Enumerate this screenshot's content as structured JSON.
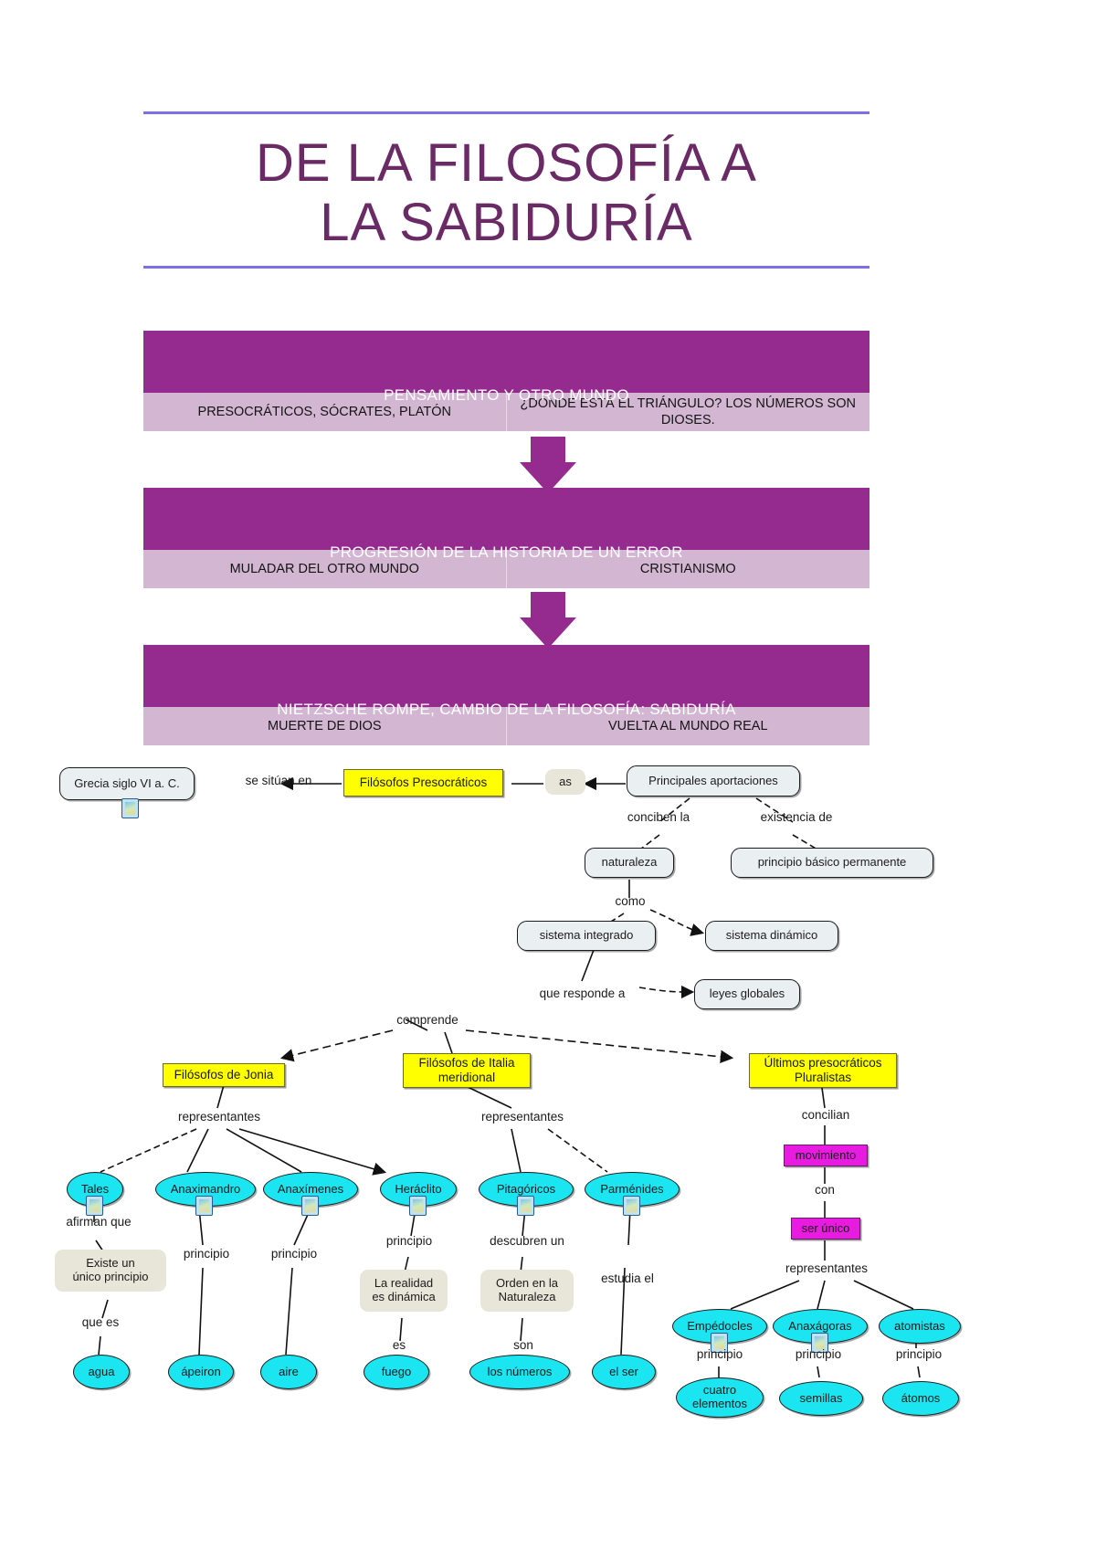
{
  "title": "DE LA FILOSOFÍA A\nLA SABIDURÍA",
  "banners": [
    {
      "heading": "PENSAMIENTO Y OTRO MUNDO",
      "left": "PRESOCRÁTICOS, SÓCRATES, PLATÓN",
      "right": "¿DÓNDE ESTÁ EL TRIÁNGULO? LOS NÚMEROS SON DIOSES."
    },
    {
      "heading": "PROGRESIÓN DE LA HISTORIA DE UN ERROR",
      "left": "MULADAR DEL OTRO MUNDO",
      "right": "CRISTIANISMO"
    },
    {
      "heading": "NIETZSCHE ROMPE, CAMBIO DE LA FILOSOFÍA: SABIDURÍA",
      "left": "MUERTE DE DIOS",
      "right": "VUELTA AL MUNDO REAL"
    }
  ],
  "colors": {
    "title_purple": "#6A2A66",
    "rule_blue": "#7C6FE8",
    "banner_dark": "#962B8F",
    "banner_light": "#D2B6D2",
    "node_yellow": "#FFFF00",
    "node_cyan": "#1BE5F0",
    "node_magenta": "#E81BE0",
    "node_grey": "#EAF0F2",
    "link_label_bg": "#E8E6D8"
  },
  "map": {
    "nodes": {
      "grecia": "Grecia siglo VI a. C.",
      "presocraticos": "Filósofos Presocráticos",
      "as": "as",
      "aportaciones": "Principales aportaciones",
      "naturaleza": "naturaleza",
      "principio_basico": "principio básico permanente",
      "sistema_integrado": "sistema integrado",
      "sistema_dinamico": "sistema dinámico",
      "leyes_globales": "leyes globales",
      "jonia": "Filósofos de Jonia",
      "italia": "Filósofos de Italia\nmeridional",
      "pluralistas": "Últimos presocráticos\nPluralistas",
      "tales": "Tales",
      "anaximandro": "Anaximandro",
      "anaximenes": "Anaxímenes",
      "heraclito": "Heráclito",
      "pitagoricos": "Pitagóricos",
      "parmenides": "Parménides",
      "empedocles": "Empédocles",
      "anaxagoras": "Anaxágoras",
      "atomistas": "atomistas",
      "existe_unico": "Existe un\núnico principio",
      "realidad_dinamica": "La realidad\nes dinámica",
      "orden_naturaleza": "Orden en la\nNaturaleza",
      "movimiento": "movimiento",
      "ser_unico": "ser único",
      "agua": "agua",
      "apeiron": "ápeiron",
      "aire": "aire",
      "fuego": "fuego",
      "los_numeros": "los números",
      "el_ser": "el ser",
      "cuatro_elementos": "cuatro\nelementos",
      "semillas": "semillas",
      "atomos": "átomos"
    },
    "link_labels": {
      "se_situan_en": "se sitúan en",
      "conciben_la": "conciben la",
      "existencia_de": "existencia de",
      "como": "como",
      "que_responde_a": "que responde a",
      "comprende": "comprende",
      "representantes_1": "representantes",
      "representantes_2": "representantes",
      "representantes_3": "representantes",
      "concilian": "concilian",
      "con": "con",
      "afirman_que": "afirman que",
      "principio_1": "principio",
      "principio_2": "principio",
      "principio_3": "principio",
      "principio_4": "principio",
      "principio_5": "principio",
      "principio_6": "principio",
      "que_es": "que es",
      "es_1": "es",
      "descubren_un": "descubren un",
      "son": "son",
      "estudia_el": "estudia el"
    }
  }
}
